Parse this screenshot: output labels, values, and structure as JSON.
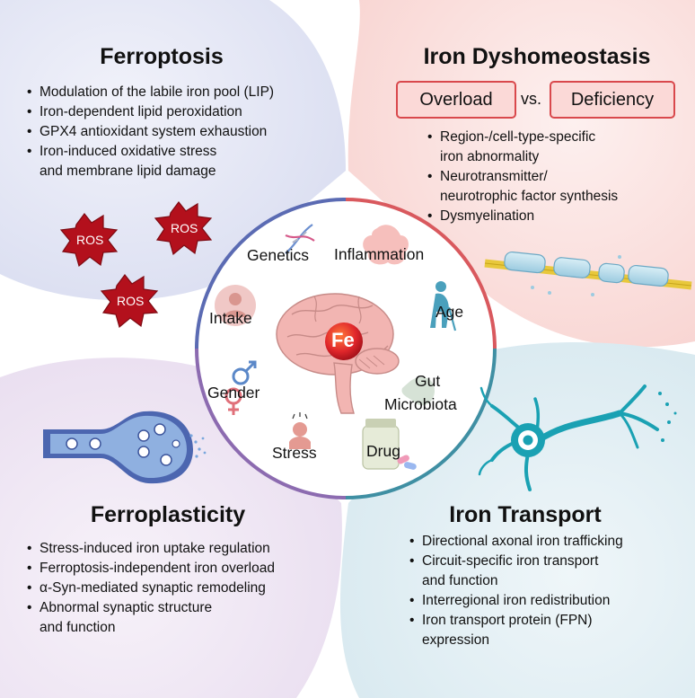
{
  "center": {
    "symbol": "Fe",
    "factors": [
      "Genetics",
      "Inflammation",
      "Intake",
      "Age",
      "Gender",
      "Gut",
      "Microbiota",
      "Stress",
      "Drug"
    ]
  },
  "ferroptosis": {
    "title": "Ferroptosis",
    "items": [
      "Modulation of the labile iron pool (LIP)",
      "Iron-dependent lipid peroxidation",
      "GPX4 antioxidant system exhaustion",
      "Iron-induced oxidative stress",
      "and membrane lipid damage"
    ],
    "ros_label": "ROS"
  },
  "dyshomeostasis": {
    "title": "Iron Dyshomeostasis",
    "overload": "Overload",
    "vs": "vs.",
    "deficiency": "Deficiency",
    "items": [
      "Region-/cell-type-specific",
      "iron abnormality",
      "Neurotransmitter/",
      "neurotrophic factor synthesis",
      "Dysmyelination"
    ]
  },
  "ferroplasticity": {
    "title": "Ferroplasticity",
    "items": [
      "Stress-induced iron uptake regulation",
      "Ferroptosis-independent iron overload",
      "α-Syn-mediated synaptic remodeling",
      "Abnormal synaptic structure",
      "and function"
    ]
  },
  "transport": {
    "title": "Iron Transport",
    "items": [
      "Directional axonal iron trafficking",
      "Circuit-specific iron transport",
      "and function",
      "Interregional iron redistribution",
      "Iron transport protein (FPN)",
      "expression"
    ]
  },
  "colors": {
    "ferroptosis_bg": "#e6e8f6",
    "dyshomeostasis_bg": "#fbe3e1",
    "ferroplasticity_bg": "#f0e8f4",
    "transport_bg": "#e1eef3",
    "ros": "#b3101c",
    "fe": "#d9232a",
    "ring_blue": "#5b6bb3",
    "ring_red": "#d9595e",
    "ring_teal": "#3f8fa3",
    "ring_purple": "#8c6bb0",
    "neuron": "#1aa1b3"
  }
}
